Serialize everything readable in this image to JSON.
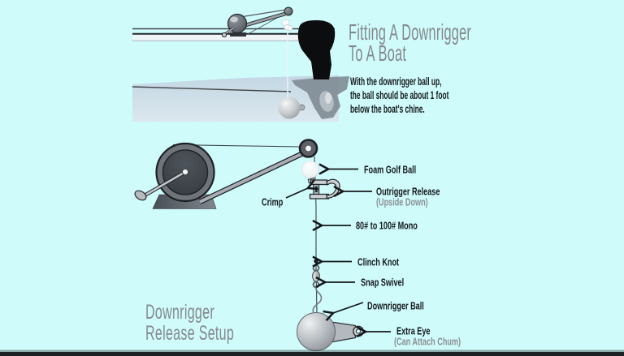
{
  "colors": {
    "background": "#cffbfb",
    "title_gray": "#84888c",
    "label_black": "#15181b",
    "sub_label_gray": "#8b8f93",
    "water_blue": "#c9dbe6",
    "metal_gray": "#6e747a",
    "bottom_bar": "#1d2124"
  },
  "header": {
    "title_line1": "Fitting A Downrigger",
    "title_line2": "To A Boat",
    "note_line1": "With the downrigger ball up,",
    "note_line2": "the ball should be about 1 foot",
    "note_line3": "below the boat's chine."
  },
  "boat_scene": {
    "icons": [
      "boat-gunwale",
      "downrigger-winch",
      "downrigger-pulley",
      "release-clip",
      "downrigger-cable",
      "outboard-motor",
      "water",
      "downrigger-ball"
    ]
  },
  "setup": {
    "caption_line1": "Downrigger",
    "caption_line2": "Release Setup",
    "labels": {
      "crimp": "Crimp",
      "foam_golf_ball": "Foam Golf Ball",
      "outrigger_release": "Outrigger Release",
      "outrigger_release_sub": "(Upside Down)",
      "mono": "80# to 100# Mono",
      "clinch_knot": "Clinch Knot",
      "snap_swivel": "Snap Swivel",
      "downrigger_ball": "Downrigger Ball",
      "extra_eye": "Extra Eye",
      "extra_eye_sub": "(Can Attach Chum)"
    }
  }
}
